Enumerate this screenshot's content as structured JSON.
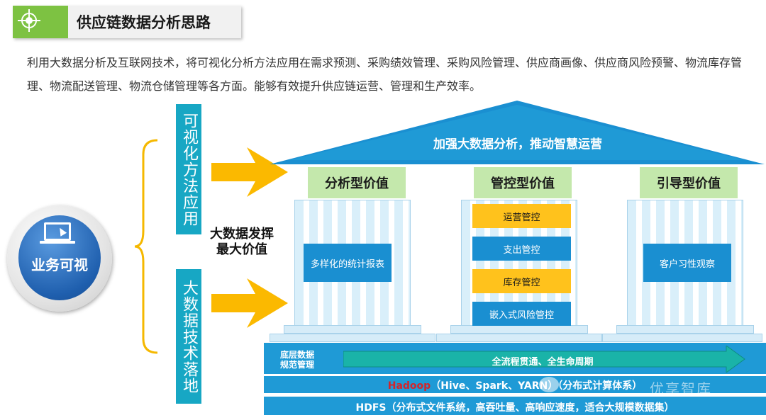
{
  "header": {
    "title": "供应链数据分析思路",
    "icon": "target-icon",
    "accent_color": "#7dc242"
  },
  "intro": "利用大数据分析及互联网技术，将可视化分析方法应用在需求预测、采购绩效管理、采购风险管理、供应商画像、供应商风险预警、物流库存管理、物流配送管理、物流仓储管理等各方面。能够有效提升供应链运营、管理和生产效率。",
  "left_oval": {
    "label": "业务可视",
    "icon": "laptop-icon"
  },
  "vertical_boxes": [
    "可视化方法应用",
    "大数据技术落地"
  ],
  "center_text": [
    "大数据发挥",
    "最大价值"
  ],
  "roof_title": "加强大数据分析，推动智慧运营",
  "pillars": [
    {
      "title": "分析型价值",
      "items": [
        "多样化的统计报表"
      ]
    },
    {
      "title": "管控型价值",
      "items": [
        "运营管控",
        "支出管控",
        "库存管控",
        "嵌入式风险管控"
      ]
    },
    {
      "title": "引导型价值",
      "items": [
        "客户习性观察"
      ]
    }
  ],
  "foundation": {
    "row1_label": [
      "底层数据",
      "规范管理"
    ],
    "row1_arrow": "全流程贯通、全生命周期",
    "row2_highlight": "Hadoop",
    "row2_rest": "（Hive、Spark、YARN）（分布式计算体系）",
    "row3": "HDFS（分布式文件系统，高吞吐量、高响应速度，适合大规模数据集）"
  },
  "watermark": "优享智库",
  "colors": {
    "teal": "#17a7c4",
    "blue": "#1a8fd1",
    "yellow": "#ffc21c",
    "green": "#c4e8ac",
    "arrow": "#fbb900",
    "highlight": "#d4242a"
  }
}
